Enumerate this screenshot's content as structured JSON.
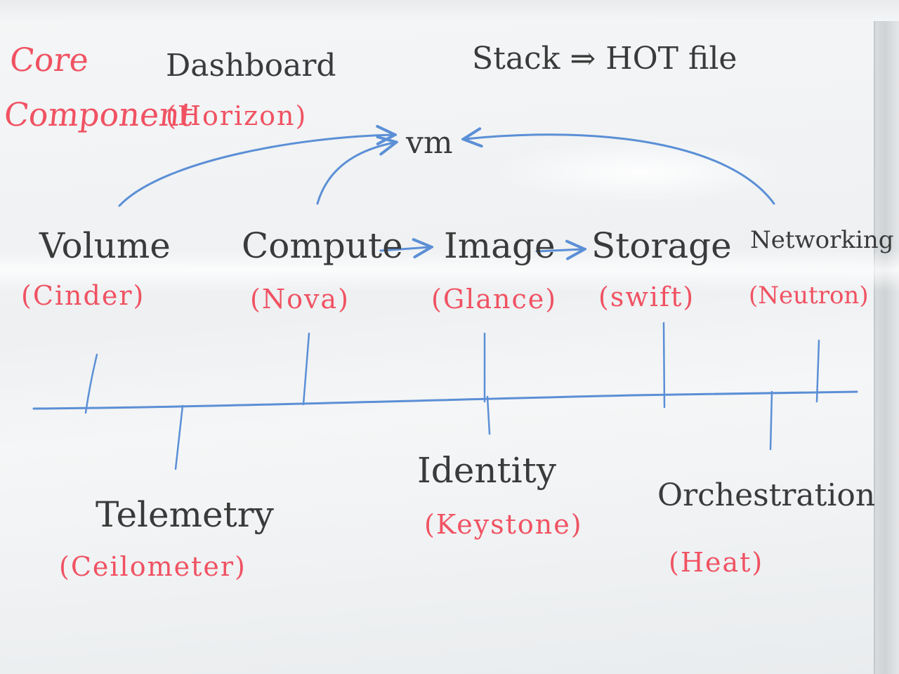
{
  "whiteboard": {
    "header": {
      "core_line1": "Core",
      "core_line2": "Component",
      "dashboard": "Dashboard",
      "horizon": "(Horizon)",
      "stack_note": "Stack ⇒ HOT file",
      "vm": "vm"
    },
    "top_components": [
      {
        "name": "Volume",
        "project": "(Cinder)"
      },
      {
        "name": "Compute",
        "project": "(Nova)"
      },
      {
        "name": "Image",
        "project": "(Glance)"
      },
      {
        "name": "Storage",
        "project": "(swift)"
      },
      {
        "name": "Networking",
        "project": "(Neutron)"
      }
    ],
    "bottom_components": [
      {
        "name": "Telemetry",
        "project": "(Ceilometer)"
      },
      {
        "name": "Identity",
        "project": "(Keystone)"
      },
      {
        "name": "Orchestration",
        "project": "(Heat)"
      }
    ],
    "colors": {
      "black_marker": "#3a3a3a",
      "red_marker": "#f05262",
      "blue_marker": "#5b8fd6"
    }
  }
}
